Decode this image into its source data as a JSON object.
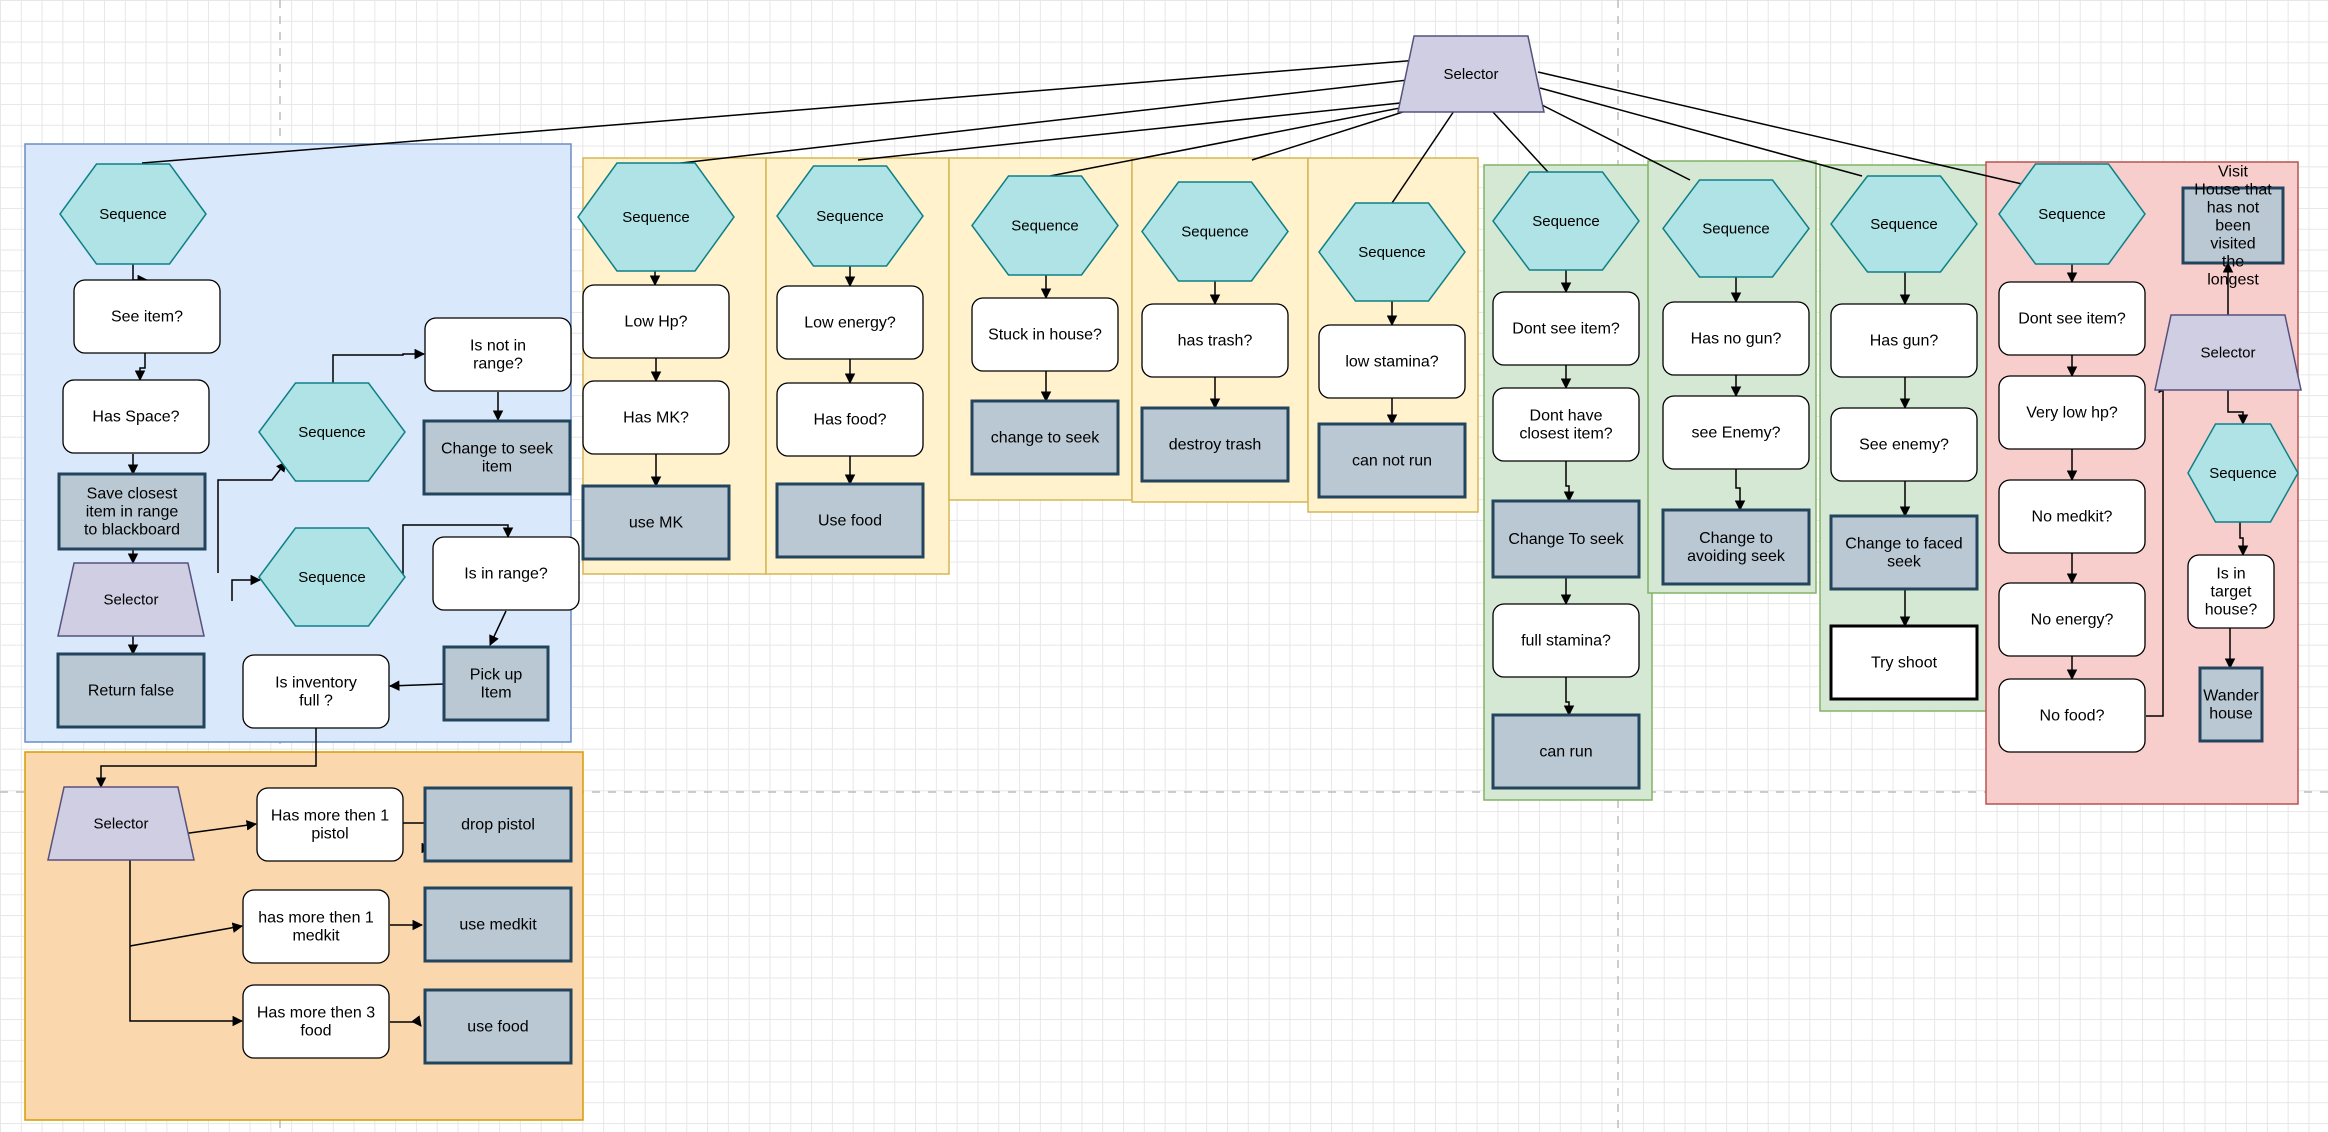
{
  "colors": {
    "blue_group": "#dae8fc",
    "yellow_group": "#fff2cc",
    "green_group": "#d5e8d4",
    "red_group": "#f8cecc",
    "orange_group": "#fad7ac",
    "sequence": "#b0e3e6",
    "selector": "#d0cee2",
    "action": "#bac8d3",
    "condition": "#ffffff"
  },
  "nodes": {
    "root": "Selector",
    "b_seq": "Sequence",
    "b_see": "See item?",
    "b_space": "Has Space?",
    "b_save": "Save closest item in range to blackboard",
    "b_sel": "Selector",
    "b_ret": "Return false",
    "b_seq2": "Sequence",
    "b_notrange": "Is not in range?",
    "b_change": "Change to seek item",
    "b_seq3": "Sequence",
    "b_inrange": "Is in range?",
    "b_pick": "Pick up Item",
    "b_full": "Is inventory full ?",
    "o_sel": "Selector",
    "o_pistol": "Has more then 1 pistol",
    "o_drop": "drop pistol",
    "o_medkit": "has more then 1 medkit",
    "o_usemed": "use medkit",
    "o_food": "Has more then 3 food",
    "o_usefood": "use food",
    "y1_seq": "Sequence",
    "y1_c1": "Low Hp?",
    "y1_c2": "Has MK?",
    "y1_a": "use MK",
    "y2_seq": "Sequence",
    "y2_c1": "Low energy?",
    "y2_c2": "Has food?",
    "y2_a": "Use food",
    "y3_seq": "Sequence",
    "y3_c1": "Stuck in house?",
    "y3_a": "change to seek",
    "y4_seq": "Sequence",
    "y4_c1": "has  trash?",
    "y4_a": "destroy trash",
    "y5_seq": "Sequence",
    "y5_c1": "low stamina?",
    "y5_a": "can not run",
    "g1_seq": "Sequence",
    "g1_c1": "Dont see item?",
    "g1_c2": "Dont have closest item?",
    "g1_a1": "Change To seek",
    "g1_c3": "full stamina?",
    "g1_a2": "can run",
    "g2_seq": "Sequence",
    "g2_c1": "Has no gun?",
    "g2_c2": "see Enemy?",
    "g2_a": "Change to avoiding seek",
    "g3_seq": "Sequence",
    "g3_c1": "Has gun?",
    "g3_c2": "See enemy?",
    "g3_a1": "Change to faced seek",
    "g3_a2": "Try shoot",
    "r_seq": "Sequence",
    "r_c1": "Dont see item?",
    "r_c2": "Very low hp?",
    "r_c3": "No medkit?",
    "r_c4": "No energy?",
    "r_c5": "No food?",
    "r_visit": "Visit House that has not been visited the longest",
    "r_sel": "Selector",
    "r_seq2": "Sequence",
    "r_target": "Is in target house?",
    "r_wander": "Wander house"
  }
}
